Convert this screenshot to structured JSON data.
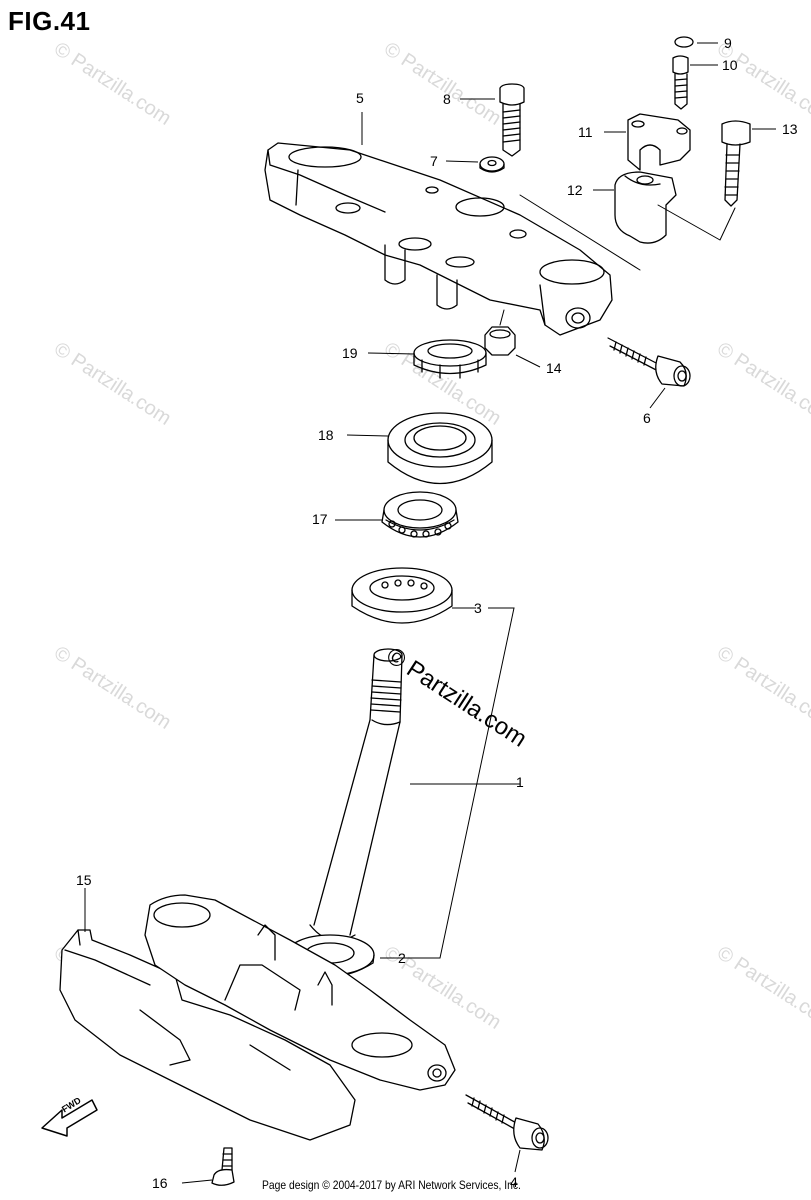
{
  "figure": {
    "title": "FIG.41",
    "footer": "Page design © 2004-2017 by ARI Network Services, Inc.",
    "watermark": "© Partzilla.com",
    "fwd_label": "FWD"
  },
  "callouts": [
    {
      "id": "1",
      "label": "1"
    },
    {
      "id": "2",
      "label": "2"
    },
    {
      "id": "3",
      "label": "3"
    },
    {
      "id": "4",
      "label": "4"
    },
    {
      "id": "5",
      "label": "5"
    },
    {
      "id": "6",
      "label": "6"
    },
    {
      "id": "7",
      "label": "7"
    },
    {
      "id": "8",
      "label": "8"
    },
    {
      "id": "9",
      "label": "9"
    },
    {
      "id": "10",
      "label": "10"
    },
    {
      "id": "11",
      "label": "11"
    },
    {
      "id": "12",
      "label": "12"
    },
    {
      "id": "13",
      "label": "13"
    },
    {
      "id": "14",
      "label": "14"
    },
    {
      "id": "15",
      "label": "15"
    },
    {
      "id": "16",
      "label": "16"
    },
    {
      "id": "17",
      "label": "17"
    },
    {
      "id": "18",
      "label": "18"
    },
    {
      "id": "19",
      "label": "19"
    }
  ]
}
